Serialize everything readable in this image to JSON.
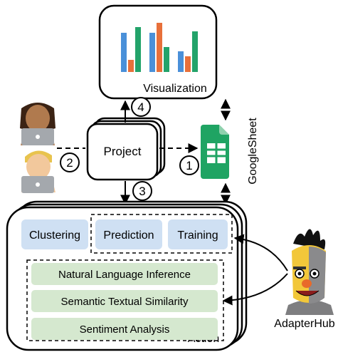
{
  "nodes": {
    "visualization": {
      "label": "Visualization"
    },
    "project": {
      "label": "Project"
    },
    "googlesheet": {
      "label": "GoogleSheet"
    },
    "action": {
      "label": "Action"
    },
    "adapterhub": {
      "label": "AdapterHub"
    }
  },
  "action_items": {
    "clustering": "Clustering",
    "prediction": "Prediction",
    "training": "Training",
    "nli": "Natural Language Inference",
    "sts": "Semantic Textual Similarity",
    "sentiment": "Sentiment Analysis"
  },
  "steps": {
    "step1": "1",
    "step2": "2",
    "step3": "3",
    "step4": "4"
  },
  "icons": {
    "users": [
      "user-woman-laptop-icon",
      "user-man-laptop-icon"
    ],
    "sheet": "google-sheets-icon",
    "mascot": "adapterhub-mascot-icon"
  },
  "colors": {
    "bar_blue": "#4a90d9",
    "bar_orange": "#e8703a",
    "bar_green": "#23a36a",
    "box_blue": "#cfe0f3",
    "box_green": "#d5e8cf",
    "sheet_green": "#1fa463"
  }
}
